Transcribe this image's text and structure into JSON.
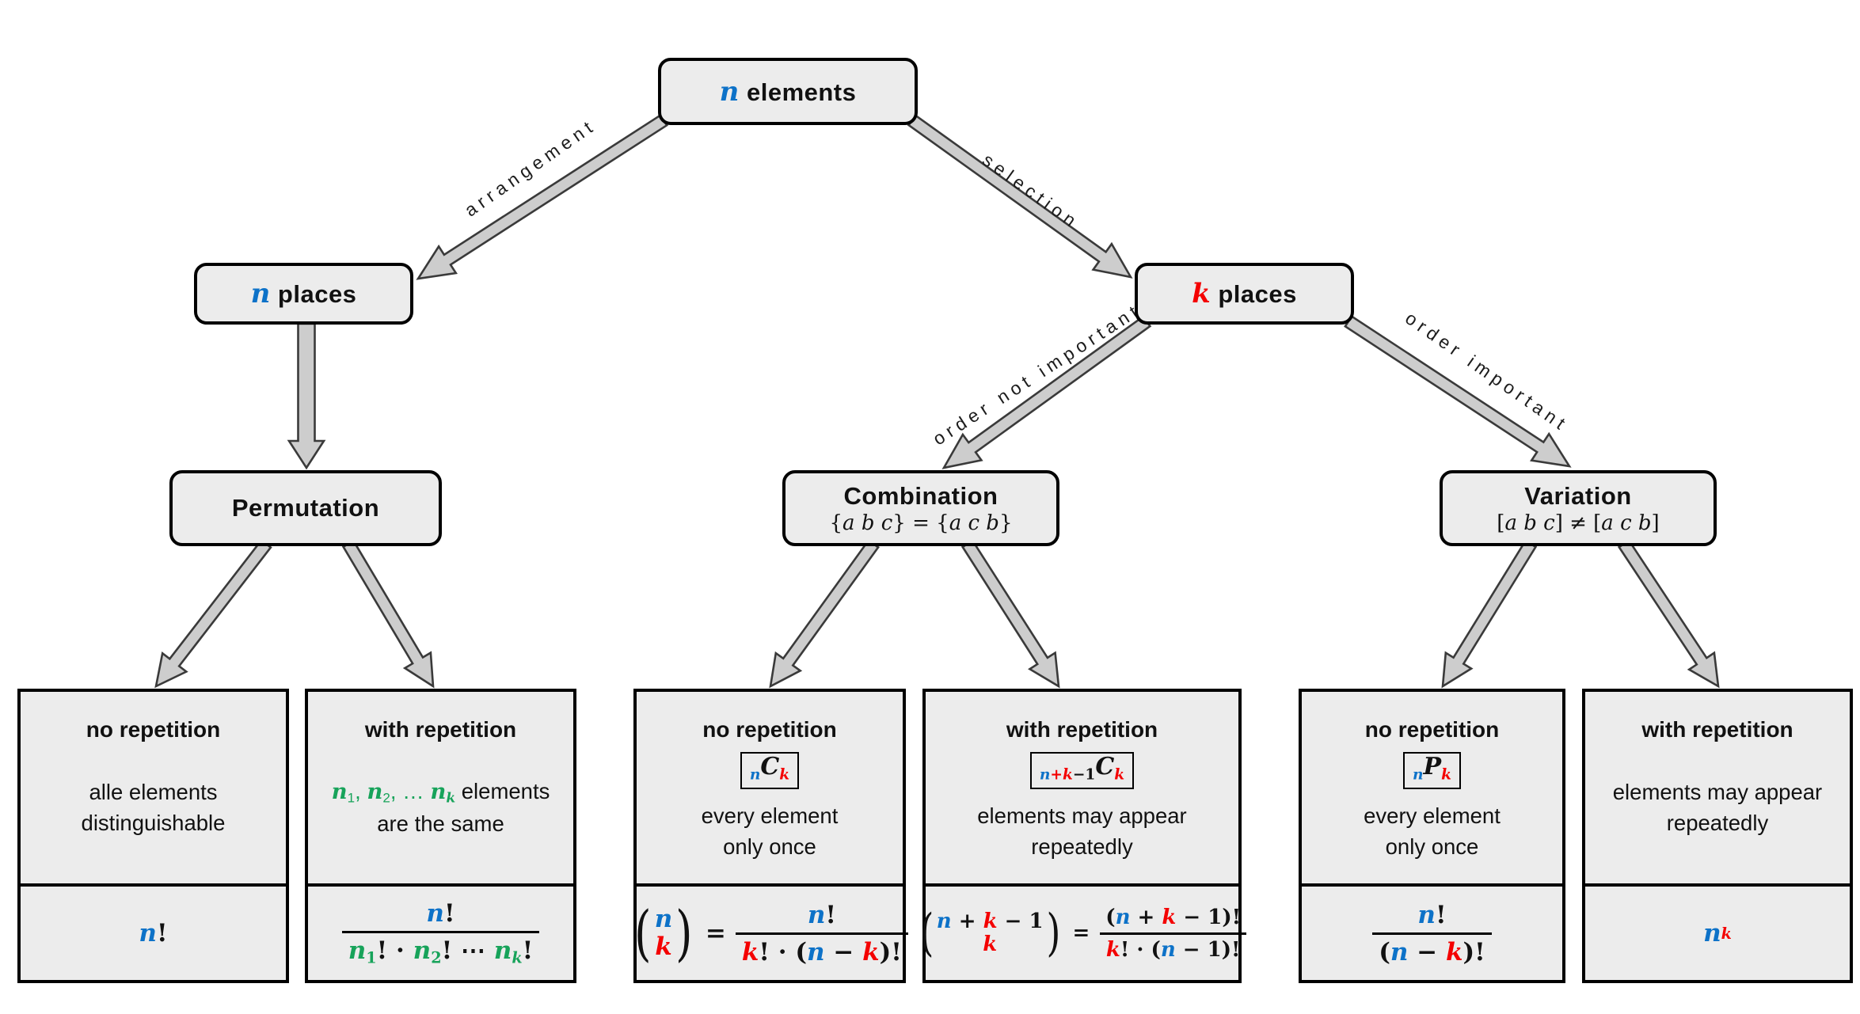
{
  "colors": {
    "blue": "#0d72c8",
    "red": "#f40000",
    "green": "#17a35a",
    "box_fill": "#ececec",
    "box_border": "#000000",
    "arrow_fill": "#cdcdcd",
    "arrow_stroke": "#3a3a3a"
  },
  "nodes": {
    "root": {
      "title": [
        {
          "x": "n",
          "c": "b",
          "it": 1
        },
        {
          "x": " elements"
        }
      ]
    },
    "n_places": {
      "title": [
        {
          "x": "n",
          "c": "b",
          "it": 1
        },
        {
          "x": " places"
        }
      ]
    },
    "k_places": {
      "title": [
        {
          "x": "k",
          "c": "r",
          "it": 1
        },
        {
          "x": " places"
        }
      ]
    },
    "permutation": {
      "title": [
        {
          "x": "Permutation"
        }
      ]
    },
    "combination": {
      "title": [
        {
          "x": "Combination"
        }
      ],
      "subtitle": [
        {
          "x": "{"
        },
        {
          "x": "a b c",
          "it": 1
        },
        {
          "x": "} = {"
        },
        {
          "x": "a c b",
          "it": 1
        },
        {
          "x": "}"
        }
      ]
    },
    "variation": {
      "title": [
        {
          "x": "Variation"
        }
      ],
      "subtitle": [
        {
          "x": "["
        },
        {
          "x": "a b c",
          "it": 1
        },
        {
          "x": "] ≠ ["
        },
        {
          "x": "a c b",
          "it": 1
        },
        {
          "x": "]"
        }
      ]
    }
  },
  "edges": {
    "arrangement": "arrangement",
    "selection": "selection",
    "order_not_important": "order not important",
    "order_important": "order important"
  },
  "leaves": [
    {
      "header": "no repetition",
      "desc": [
        [
          {
            "x": "alle elements"
          }
        ],
        [
          {
            "x": "distinguishable"
          }
        ]
      ],
      "formula": [
        {
          "x": "n",
          "c": "b",
          "it": 1
        },
        {
          "x": "!"
        }
      ]
    },
    {
      "header": "with repetition",
      "desc": [
        [
          {
            "x": "n",
            "c": "g",
            "it": 1
          },
          {
            "x": "1",
            "c": "g",
            "sub": 1
          },
          {
            "x": ", ",
            "c": "g"
          },
          {
            "x": "n",
            "c": "g",
            "it": 1
          },
          {
            "x": "2",
            "c": "g",
            "sub": 1
          },
          {
            "x": ", … ",
            "c": "g"
          },
          {
            "x": "n",
            "c": "g",
            "it": 1
          },
          {
            "x": "k",
            "c": "g",
            "it": 1,
            "sub": 1
          },
          {
            "x": " elements"
          }
        ],
        [
          {
            "x": "are the same"
          }
        ]
      ],
      "formula": [
        {
          "frac": {
            "num": [
              {
                "x": "n",
                "c": "b",
                "it": 1
              },
              {
                "x": "!"
              }
            ],
            "den": [
              {
                "x": "n",
                "c": "g",
                "it": 1
              },
              {
                "x": "1",
                "c": "g",
                "sub": 1
              },
              {
                "x": "!"
              },
              {
                "x": " · "
              },
              {
                "x": "n",
                "c": "g",
                "it": 1
              },
              {
                "x": "2",
                "c": "g",
                "sub": 1
              },
              {
                "x": "!"
              },
              {
                "x": " ⋯ "
              },
              {
                "x": "n",
                "c": "g",
                "it": 1
              },
              {
                "x": "k",
                "c": "g",
                "it": 1,
                "sub": 1
              },
              {
                "x": "!"
              }
            ]
          }
        }
      ]
    },
    {
      "header": "no repetition",
      "symbol": [
        {
          "x": "n",
          "c": "b",
          "it": 1,
          "sub": 1
        },
        {
          "x": "C",
          "it": 1
        },
        {
          "x": "k",
          "c": "r",
          "it": 1,
          "sub": 1
        }
      ],
      "desc": [
        [
          {
            "x": "every element"
          }
        ],
        [
          {
            "x": "only once"
          }
        ]
      ],
      "formula": [
        {
          "binom": {
            "top": [
              {
                "x": "n",
                "c": "b",
                "it": 1
              }
            ],
            "bot": [
              {
                "x": "k",
                "c": "r",
                "it": 1
              }
            ]
          }
        },
        {
          "x": "=",
          "sp": 1
        },
        {
          "frac": {
            "num": [
              {
                "x": "n",
                "c": "b",
                "it": 1
              },
              {
                "x": "!"
              }
            ],
            "den": [
              {
                "x": "k",
                "c": "r",
                "it": 1
              },
              {
                "x": "!"
              },
              {
                "x": " · "
              },
              {
                "x": "("
              },
              {
                "x": "n",
                "c": "b",
                "it": 1
              },
              {
                "x": " − "
              },
              {
                "x": "k",
                "c": "r",
                "it": 1
              },
              {
                "x": ")!"
              }
            ]
          }
        }
      ]
    },
    {
      "header": "with repetition",
      "symbol": [
        {
          "x": "n",
          "c": "b",
          "it": 1,
          "sub": 1
        },
        {
          "x": "+",
          "c": "r",
          "sub": 1
        },
        {
          "x": "k",
          "c": "r",
          "it": 1,
          "sub": 1
        },
        {
          "x": "−1",
          "sub": 1
        },
        {
          "x": "C",
          "it": 1
        },
        {
          "x": "k",
          "c": "r",
          "it": 1,
          "sub": 1
        }
      ],
      "desc": [
        [
          {
            "x": "elements may appear"
          }
        ],
        [
          {
            "x": "repeatedly"
          }
        ]
      ],
      "formula": [
        {
          "binom": {
            "top": [
              {
                "x": "n",
                "c": "b",
                "it": 1
              },
              {
                "x": " + "
              },
              {
                "x": "k",
                "c": "r",
                "it": 1
              },
              {
                "x": " − 1"
              }
            ],
            "bot": [
              {
                "x": "k",
                "c": "r",
                "it": 1
              }
            ]
          }
        },
        {
          "x": "=",
          "sp": 1
        },
        {
          "frac": {
            "num": [
              {
                "x": "("
              },
              {
                "x": "n",
                "c": "b",
                "it": 1
              },
              {
                "x": " + "
              },
              {
                "x": "k",
                "c": "r",
                "it": 1
              },
              {
                "x": " − 1"
              },
              {
                "x": ")!"
              }
            ],
            "den": [
              {
                "x": "k",
                "c": "r",
                "it": 1
              },
              {
                "x": "!"
              },
              {
                "x": " · "
              },
              {
                "x": "("
              },
              {
                "x": "n",
                "c": "b",
                "it": 1
              },
              {
                "x": " − 1"
              },
              {
                "x": ")!"
              }
            ]
          }
        }
      ]
    },
    {
      "header": "no repetition",
      "symbol": [
        {
          "x": "n",
          "c": "b",
          "it": 1,
          "sub": 1
        },
        {
          "x": "P",
          "it": 1
        },
        {
          "x": "k",
          "c": "r",
          "it": 1,
          "sub": 1
        }
      ],
      "desc": [
        [
          {
            "x": "every element"
          }
        ],
        [
          {
            "x": "only once"
          }
        ]
      ],
      "formula": [
        {
          "frac": {
            "num": [
              {
                "x": "n",
                "c": "b",
                "it": 1
              },
              {
                "x": "!"
              }
            ],
            "den": [
              {
                "x": "("
              },
              {
                "x": "n",
                "c": "b",
                "it": 1
              },
              {
                "x": " − "
              },
              {
                "x": "k",
                "c": "r",
                "it": 1
              },
              {
                "x": ")!"
              }
            ]
          }
        }
      ]
    },
    {
      "header": "with repetition",
      "desc": [
        [
          {
            "x": "elements may appear"
          }
        ],
        [
          {
            "x": "repeatedly"
          }
        ]
      ],
      "formula": [
        {
          "x": "n",
          "c": "b",
          "it": 1
        },
        {
          "x": "k",
          "c": "r",
          "it": 1,
          "sup": 1
        }
      ]
    }
  ]
}
